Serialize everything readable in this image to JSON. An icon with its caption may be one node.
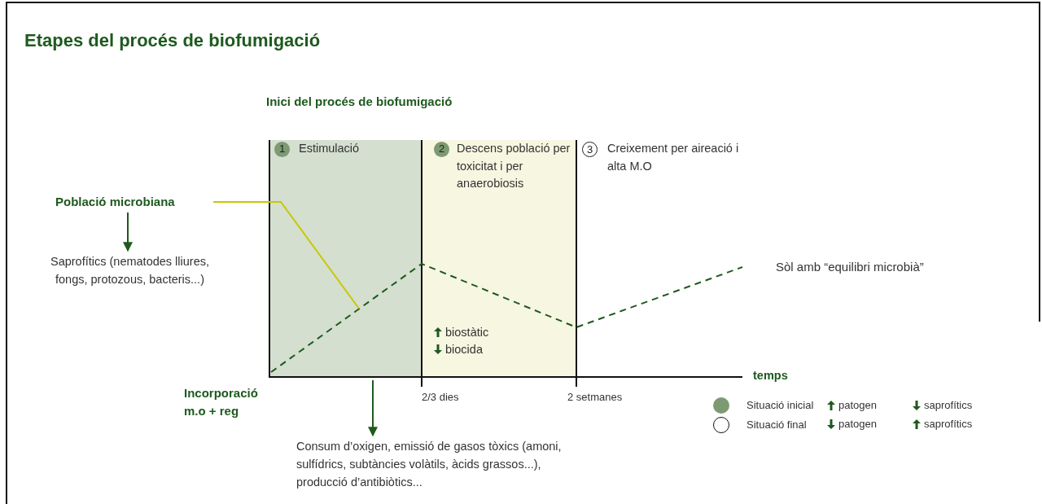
{
  "diagram": {
    "title": "Etapes del procés de biofumigació",
    "nodes": [
      {
        "text": [
          "Població microbiana"
        ]
      },
      {
        "text": [
          "Saprofítics (nematodes lliures, fongs, protozous, bacteris...)"
        ]
      },
      {
        "text": [
          "Consum d’oxigen, emissió de gasos tòxics (amoni, sulfídrics, subtàncies volàtils, àcids grassos...), producció d’antibiòtics..."
        ]
      },
      {
        "text": [
          "Estimulació"
        ]
      },
      {
        "text": [
          "1"
        ],
        "in": 3
      },
      {
        "text": [
          "Descens població per toxicitat i per anaerobiosis"
        ]
      },
      {
        "text": [
          "2"
        ],
        "in": 5
      },
      {
        "text": [
          "Creixement per aireació i alta M.O"
        ]
      },
      {
        "text": [
          "3"
        ],
        "in": 7
      }
    ],
    "edges": [
      {
        "from": 0,
        "to": 1,
        "arrow": "to"
      },
      {
        "from": 0,
        "to": null,
        "arrow": "none",
        "color": "#c8c800"
      },
      {
        "from": 3,
        "to": 2,
        "arrow": "to"
      }
    ],
    "labels": [
      "Inici del procés de biofumigació",
      "Sòl amb “equilibri microbià”",
      "biostàtic",
      "biocida",
      "Incorporació m.o + reg",
      "temps",
      "2/3 dies",
      "2 setmanes",
      "patogen",
      "saprofítics",
      "patogen",
      "saprofítics"
    ],
    "legend": [
      {
        "text": "Situació inicial",
        "color": "#7d9a72"
      },
      {
        "text": "Situació final"
      }
    ]
  }
}
